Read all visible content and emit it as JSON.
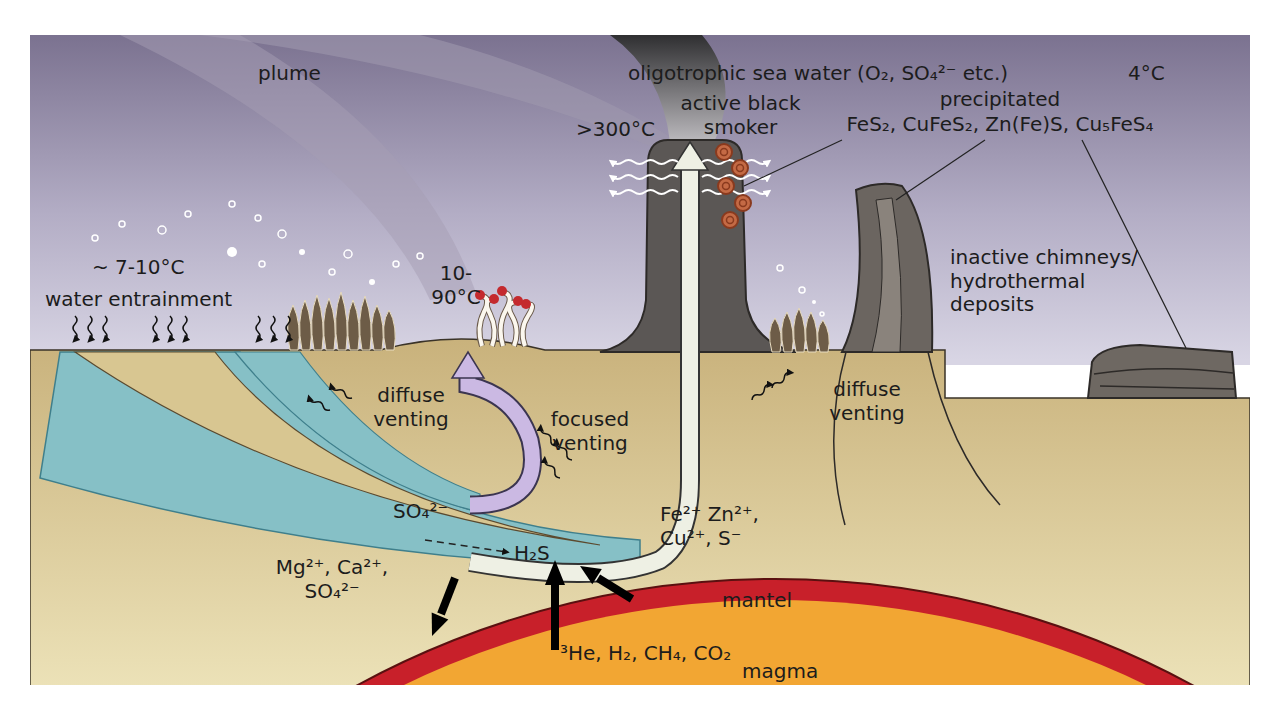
{
  "diagram": {
    "labels": [
      "plume",
      "oligotrophic sea water (O₂, SO₄²⁻ etc.)",
      "4°C",
      "precipitated",
      "FeS₂, CuFeS₂, Zn(Fe)S, Cu₅FeS₄",
      "active black smoker",
      ">300°C",
      "~ 7-10°C",
      "10- 90°C",
      "inactive chimneys/ hydrothermal deposits",
      "water entrainment",
      "diffuse venting",
      "focused venting",
      "diffuse venting",
      "SO₄²⁻",
      "H₂S",
      "Fe²⁺ Zn²⁺, Cu²⁺, S⁻",
      "Mg²⁺, Ca²⁺, SO₄²⁻",
      "mantel",
      "³He, H₂, CH₄, CO₂",
      "magma"
    ]
  }
}
